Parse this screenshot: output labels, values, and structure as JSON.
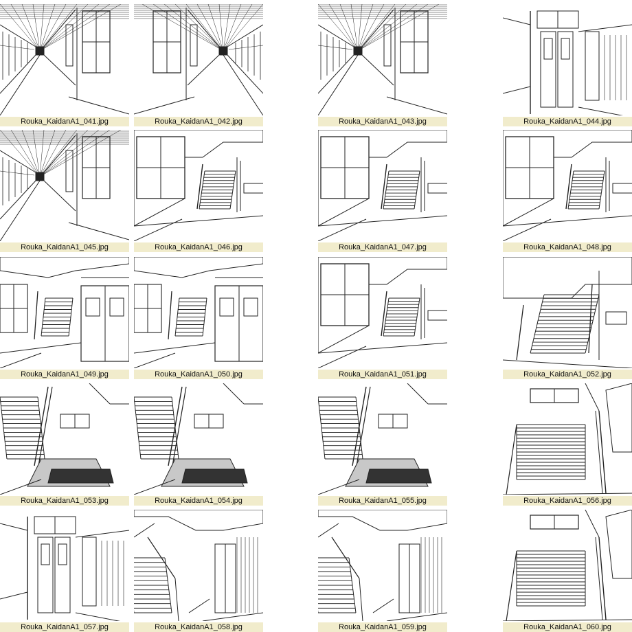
{
  "gallery": {
    "caption_bg": "#f1eccc",
    "items": [
      {
        "filename": "Rouka_KaidanA1_041.jpg",
        "scene": "hallway-left"
      },
      {
        "filename": "Rouka_KaidanA1_042.jpg",
        "scene": "hallway-right"
      },
      {
        "filename": "Rouka_KaidanA1_043.jpg",
        "scene": "hallway-left"
      },
      {
        "filename": "Rouka_KaidanA1_044.jpg",
        "scene": "doors-hallway"
      },
      {
        "filename": "Rouka_KaidanA1_045.jpg",
        "scene": "hallway-left"
      },
      {
        "filename": "Rouka_KaidanA1_046.jpg",
        "scene": "stair-window"
      },
      {
        "filename": "Rouka_KaidanA1_047.jpg",
        "scene": "stair-window"
      },
      {
        "filename": "Rouka_KaidanA1_048.jpg",
        "scene": "stair-window"
      },
      {
        "filename": "Rouka_KaidanA1_049.jpg",
        "scene": "stair-doors"
      },
      {
        "filename": "Rouka_KaidanA1_050.jpg",
        "scene": "stair-doors"
      },
      {
        "filename": "Rouka_KaidanA1_051.jpg",
        "scene": "stair-window"
      },
      {
        "filename": "Rouka_KaidanA1_052.jpg",
        "scene": "stair-up"
      },
      {
        "filename": "Rouka_KaidanA1_053.jpg",
        "scene": "stair-landing"
      },
      {
        "filename": "Rouka_KaidanA1_054.jpg",
        "scene": "stair-landing"
      },
      {
        "filename": "Rouka_KaidanA1_055.jpg",
        "scene": "stair-landing"
      },
      {
        "filename": "Rouka_KaidanA1_056.jpg",
        "scene": "stair-top"
      },
      {
        "filename": "Rouka_KaidanA1_057.jpg",
        "scene": "doors-hallway"
      },
      {
        "filename": "Rouka_KaidanA1_058.jpg",
        "scene": "stair-hall"
      },
      {
        "filename": "Rouka_KaidanA1_059.jpg",
        "scene": "stair-hall"
      },
      {
        "filename": "Rouka_KaidanA1_060.jpg",
        "scene": "stair-top"
      }
    ]
  }
}
